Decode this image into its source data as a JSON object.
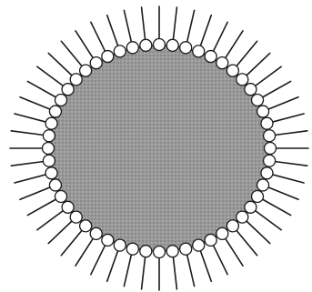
{
  "diagram": {
    "type": "micelle-cross-section",
    "core": {
      "fill_color": "#9a9a9a",
      "texture_color": "#6f6f6f",
      "outline_color": "#2a2a2a"
    },
    "headgroups": {
      "count": 52,
      "fill_color": "#ffffff",
      "outline_color": "#1a1a1a"
    },
    "tails": {
      "count": 52,
      "stroke_color": "#1a1a1a"
    }
  }
}
